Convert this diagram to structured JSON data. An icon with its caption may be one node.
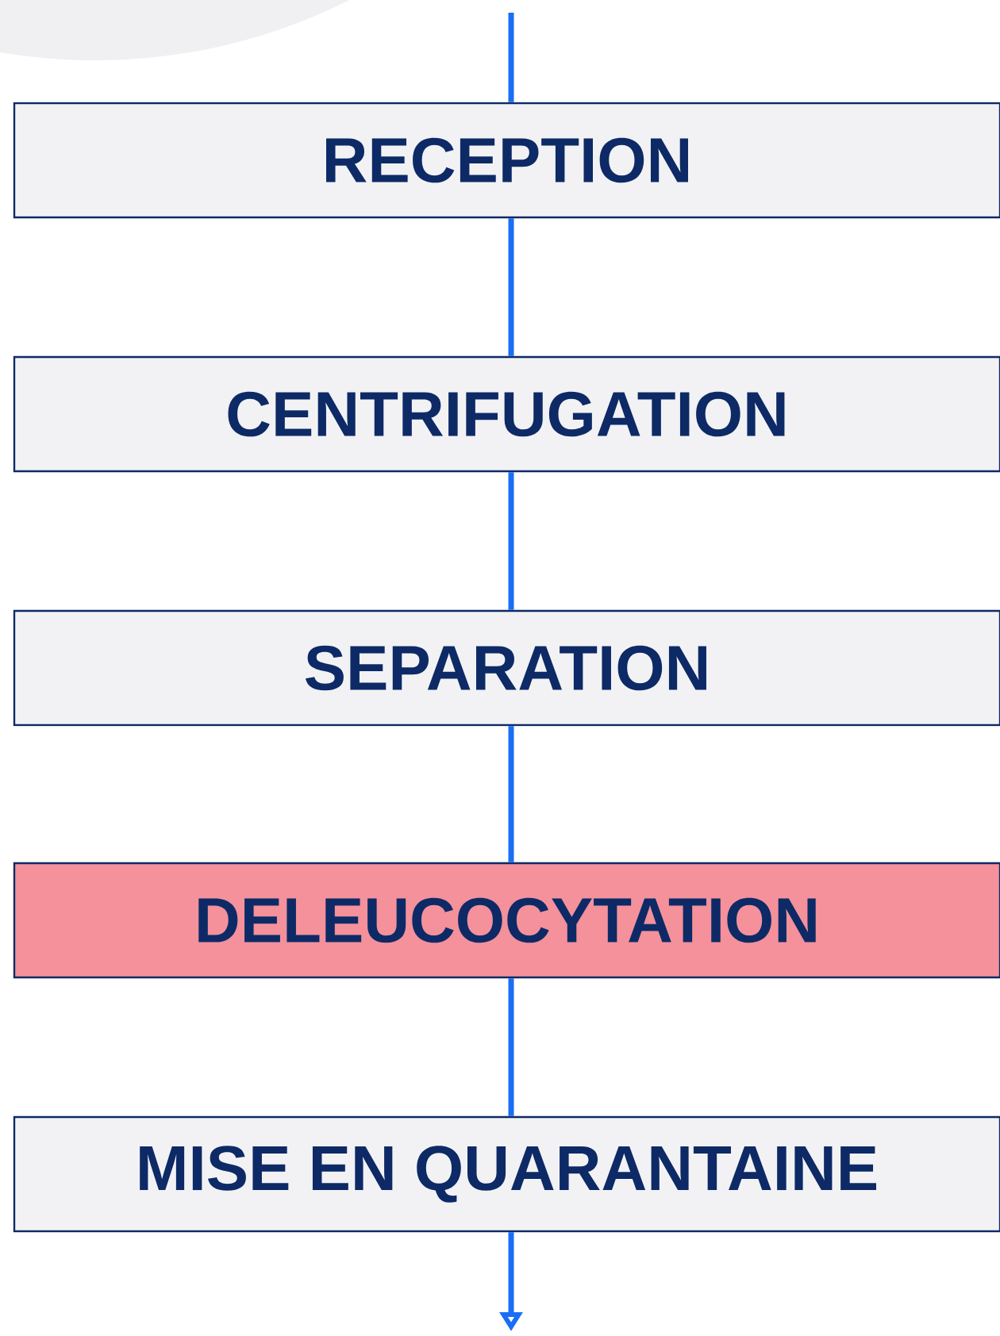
{
  "diagram": {
    "nodes": [
      {
        "text": [
          "RECEPTION"
        ]
      },
      {
        "text": [
          "CENTRIFUGATION"
        ]
      },
      {
        "text": [
          "SEPARATION"
        ]
      },
      {
        "text": [
          "DELEUCOCYTATION"
        ]
      },
      {
        "text": [
          "MISE EN QUARANTAINE"
        ]
      }
    ],
    "edges": [
      {
        "from": null,
        "to": 0,
        "arrow": "none"
      },
      {
        "from": 0,
        "to": 1,
        "arrow": "none"
      },
      {
        "from": 1,
        "to": 2,
        "arrow": "none"
      },
      {
        "from": 2,
        "to": 3,
        "arrow": "none"
      },
      {
        "from": 3,
        "to": 4,
        "arrow": "none"
      },
      {
        "from": 4,
        "to": null,
        "arrow": "to"
      }
    ]
  }
}
